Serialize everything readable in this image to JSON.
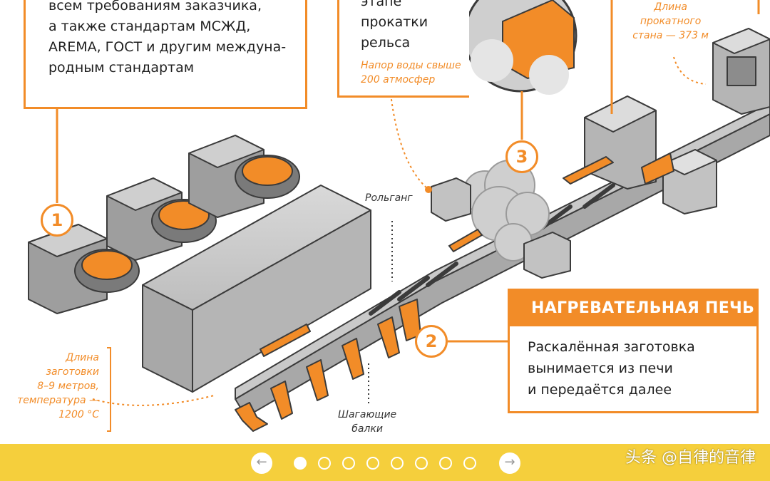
{
  "callouts": {
    "top_left_text": "всем требованиям заказчика,\nа также стандартам МСЖД,\nAREMA, ГОСТ и другим междуна-\nродным стандартам",
    "top_mid_text": "этапе прокатки\nрельса",
    "pressure_note": "Напор воды свыше\n200 атмосфер",
    "rolling_mill_length": "Длина\nпрокатного\nстана — 373 м"
  },
  "steps": [
    "1",
    "2",
    "3"
  ],
  "labels": {
    "roller_table": "Рольганг",
    "walking_beams": "Шагающие\nбалки",
    "billet_note": "Длина\nзаготовки\n8–9 метров,\nтемпература —\n1200 °C"
  },
  "furnace_card": {
    "title": "НАГРЕВАТЕЛЬНАЯ ПЕЧЬ",
    "description": "Раскалённая заготовка\nвынимается из печи\nи передаётся далее"
  },
  "nav": {
    "prev_icon": "arrow-left-icon",
    "next_icon": "arrow-right-icon",
    "prev_glyph": "←",
    "next_glyph": "→",
    "page_count": 8,
    "current_page": 1,
    "watermark": "头条 @自律的音律"
  },
  "colors": {
    "accent": "#f28c28",
    "machine_gray": "#8c8c8c",
    "nav_bar": "#f5cf3c"
  }
}
